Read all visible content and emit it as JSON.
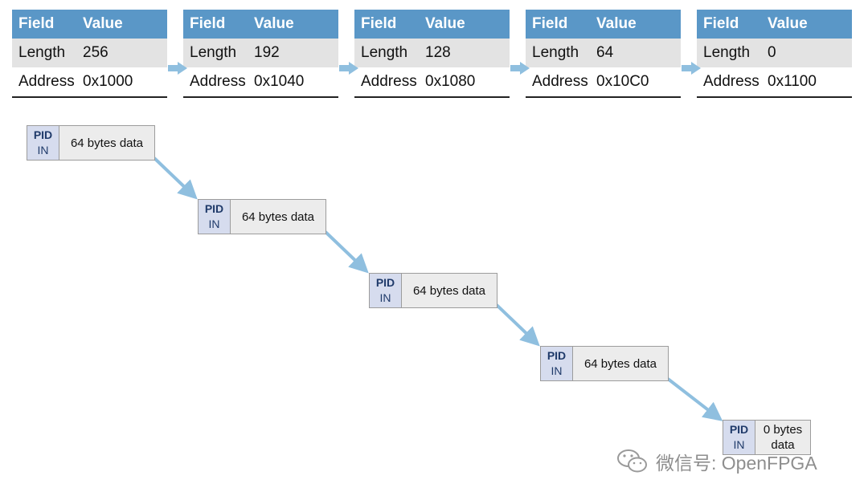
{
  "descriptors": [
    {
      "header": [
        "Field",
        "Value"
      ],
      "rows": [
        [
          "Length",
          "256"
        ],
        [
          "Address",
          "0x1000"
        ]
      ]
    },
    {
      "header": [
        "Field",
        "Value"
      ],
      "rows": [
        [
          "Length",
          "192"
        ],
        [
          "Address",
          "0x1040"
        ]
      ]
    },
    {
      "header": [
        "Field",
        "Value"
      ],
      "rows": [
        [
          "Length",
          "128"
        ],
        [
          "Address",
          "0x1080"
        ]
      ]
    },
    {
      "header": [
        "Field",
        "Value"
      ],
      "rows": [
        [
          "Length",
          "64"
        ],
        [
          "Address",
          "0x10C0"
        ]
      ]
    },
    {
      "header": [
        "Field",
        "Value"
      ],
      "rows": [
        [
          "Length",
          "0"
        ],
        [
          "Address",
          "0x1100"
        ]
      ]
    }
  ],
  "packets": [
    {
      "pid_top": "PID",
      "pid_bottom": "IN",
      "data_line1": "64 bytes data",
      "data_line2": ""
    },
    {
      "pid_top": "PID",
      "pid_bottom": "IN",
      "data_line1": "64 bytes data",
      "data_line2": ""
    },
    {
      "pid_top": "PID",
      "pid_bottom": "IN",
      "data_line1": "64 bytes data",
      "data_line2": ""
    },
    {
      "pid_top": "PID",
      "pid_bottom": "IN",
      "data_line1": "64 bytes data",
      "data_line2": ""
    },
    {
      "pid_top": "PID",
      "pid_bottom": "IN",
      "data_line1": "0 bytes",
      "data_line2": "data"
    }
  ],
  "watermark": "微信号: OpenFPGA",
  "colors": {
    "header": "#5a97c7",
    "arrow": "#8fbfdf",
    "pid_bg": "#d6dcee",
    "data_bg": "#ececec",
    "shaded_row": "#e3e3e3"
  }
}
